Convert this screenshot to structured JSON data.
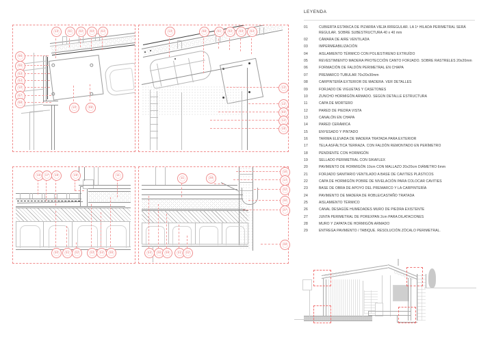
{
  "document": {
    "type": "architectural-construction-details",
    "sheet_bg": "#ffffff",
    "callout_color": "#e86f6f",
    "line_color": "#8d8d8d"
  },
  "legend": {
    "title": "LEYENDA",
    "items": [
      {
        "num": "01",
        "text": "CUBIERTA ESTANCA DE PIZARRA VIEJA IRREGULAR. LA 1ª HILADA PERIMETRAL SERÁ REGULAR. SOBRE SUBESTRUCTURA 40 x 40 mm"
      },
      {
        "num": "02",
        "text": "CÁMARA DE AIRE VENTILADA"
      },
      {
        "num": "03",
        "text": "IMPERMEABILIZACIÓN"
      },
      {
        "num": "04",
        "text": "AISLAMIENTO TÉRMICO CON POLIESTIRENO EXTRUÍDO"
      },
      {
        "num": "05",
        "text": "REVESTIMIENTO MADERA PROTECCIÓN CANTO FORJADO. SOBRE RASTRELES 20x20mm"
      },
      {
        "num": "06",
        "text": "FORMACIÓN DE FALDÓN PERIMETRAL EN CHAPA"
      },
      {
        "num": "07",
        "text": "PREMARCO TUBULAR 70x20x30mm"
      },
      {
        "num": "08",
        "text": "CARPINTERÍA EXTERIOR DE MADERA. VER DETALLES"
      },
      {
        "num": "09",
        "text": "FORJADO DE VIGUETAS Y CASETONES"
      },
      {
        "num": "10",
        "text": "ZUNCHO HORMIGÓN ARMADO. SEGÚN DETALLE ESTRUCTURA"
      },
      {
        "num": "11",
        "text": "CAPA DE MORTERO"
      },
      {
        "num": "12",
        "text": "PARED DE PIEDRA VISTA"
      },
      {
        "num": "13",
        "text": "CANALÓN EN CHAPA"
      },
      {
        "num": "14",
        "text": "PARED CERÁMICA"
      },
      {
        "num": "15",
        "text": "ENYESADO Y PINTADO"
      },
      {
        "num": "16",
        "text": "TARIMA ELEVADA DE MADERA TRATADA PARA EXTERIOR"
      },
      {
        "num": "17",
        "text": "TELA ASFÁLTICA TERRAZA. CON FALDÓN REMONTADO EN PERÍMETRO"
      },
      {
        "num": "18",
        "text": "PENDIENTE CON HORMIGÓN"
      },
      {
        "num": "19",
        "text": "SELLADO PERIMETRAL CON SIKAFLEX"
      },
      {
        "num": "20",
        "text": "PAVIMENTO DE HORMIGÓN 10cm CON MALLAZO 20x20cm DIÁMETRO  6mm"
      },
      {
        "num": "21",
        "text": "FORJADO SANITARIO VENTILADO A BASE DE CAVITIES PLÁSTICOS"
      },
      {
        "num": "22",
        "text": "CAPA DE HORMIGÓN POBRE DE NIVELACIÓN PARA COLOCAR CAVITIES"
      },
      {
        "num": "23",
        "text": "BASE DE OBRA DE APOYO DEL PREMARCO Y LA CARPINTERÍA"
      },
      {
        "num": "24",
        "text": "PAVIMENTO DE MADERA DE ROBLE/CASTAÑO TRATADA"
      },
      {
        "num": "25",
        "text": "AISLAMIENTO TÉRMICO"
      },
      {
        "num": "26",
        "text": "CANAL DESAGÜE HUMEDADES MURO DE PIEDRA EXISTENTE"
      },
      {
        "num": "27",
        "text": "JUNTA PERIMETRAL DE POREXPAN 2cm PARA DILATACIONES"
      },
      {
        "num": "28",
        "text": "MURO Y ZAPATA DE HORMIGÓN ARMADO"
      },
      {
        "num": "29",
        "text": "ENTREGA PAVIMENTO / TABIQUE. RESOLUCIÓN ZÓCALO PERIMETRAL."
      }
    ]
  },
  "details": {
    "top_left": {
      "name": "detalle-alero-cubierta-carpinteria",
      "callouts_top": [
        "13",
        "01",
        "02",
        "03",
        "04"
      ],
      "callouts_left": [
        "06",
        "05",
        "03",
        "04",
        "10",
        "07",
        "08"
      ],
      "callouts_bottom": [
        "10",
        "09"
      ]
    },
    "top_right": {
      "name": "detalle-cumbrera-cubierta",
      "callouts_top": [
        "13",
        "08",
        "01",
        "02",
        "03",
        "04"
      ],
      "callouts_right": [
        "13",
        "12",
        "03",
        "14",
        "15"
      ]
    },
    "bottom_left": {
      "name": "detalle-terraza-forjado-sanitario",
      "callouts_top": [
        "16",
        "17",
        "18",
        "19"
      ],
      "callouts_right_inner": [
        "11"
      ],
      "callouts_bottom": [
        "20",
        "21",
        "22",
        "23",
        "24",
        "25"
      ]
    },
    "bottom_right": {
      "name": "detalle-encuentro-muro-piedra-solera",
      "callouts_inner": [
        "11",
        "29"
      ],
      "callouts_right": [
        "15",
        "14",
        "22",
        "26",
        "27",
        "28"
      ],
      "callouts_bottom": [
        "24",
        "25",
        "29",
        "21",
        "22"
      ]
    }
  },
  "key_section": {
    "name": "seccion-constructiva-clave",
    "marker_count": 4,
    "marker_color": "#f07070"
  }
}
